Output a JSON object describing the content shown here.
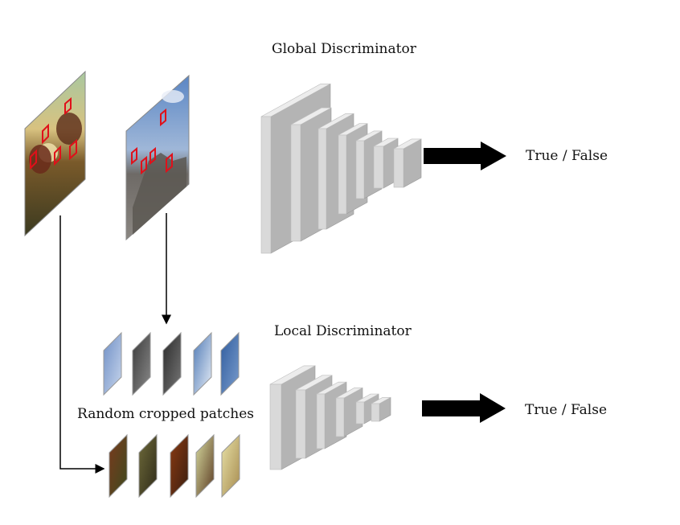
{
  "global_discriminator": {
    "title": "Global Discriminator",
    "output": "True / False"
  },
  "local_discriminator": {
    "title": "Local Discriminator",
    "output": "True / False"
  },
  "patches": {
    "label": "Random cropped patches"
  },
  "colors": {
    "block_front": "#d9d9d9",
    "block_side": "#b4b4b4",
    "block_top": "#ececec",
    "arrow": "#000000",
    "crop_box": "#e0101a"
  }
}
